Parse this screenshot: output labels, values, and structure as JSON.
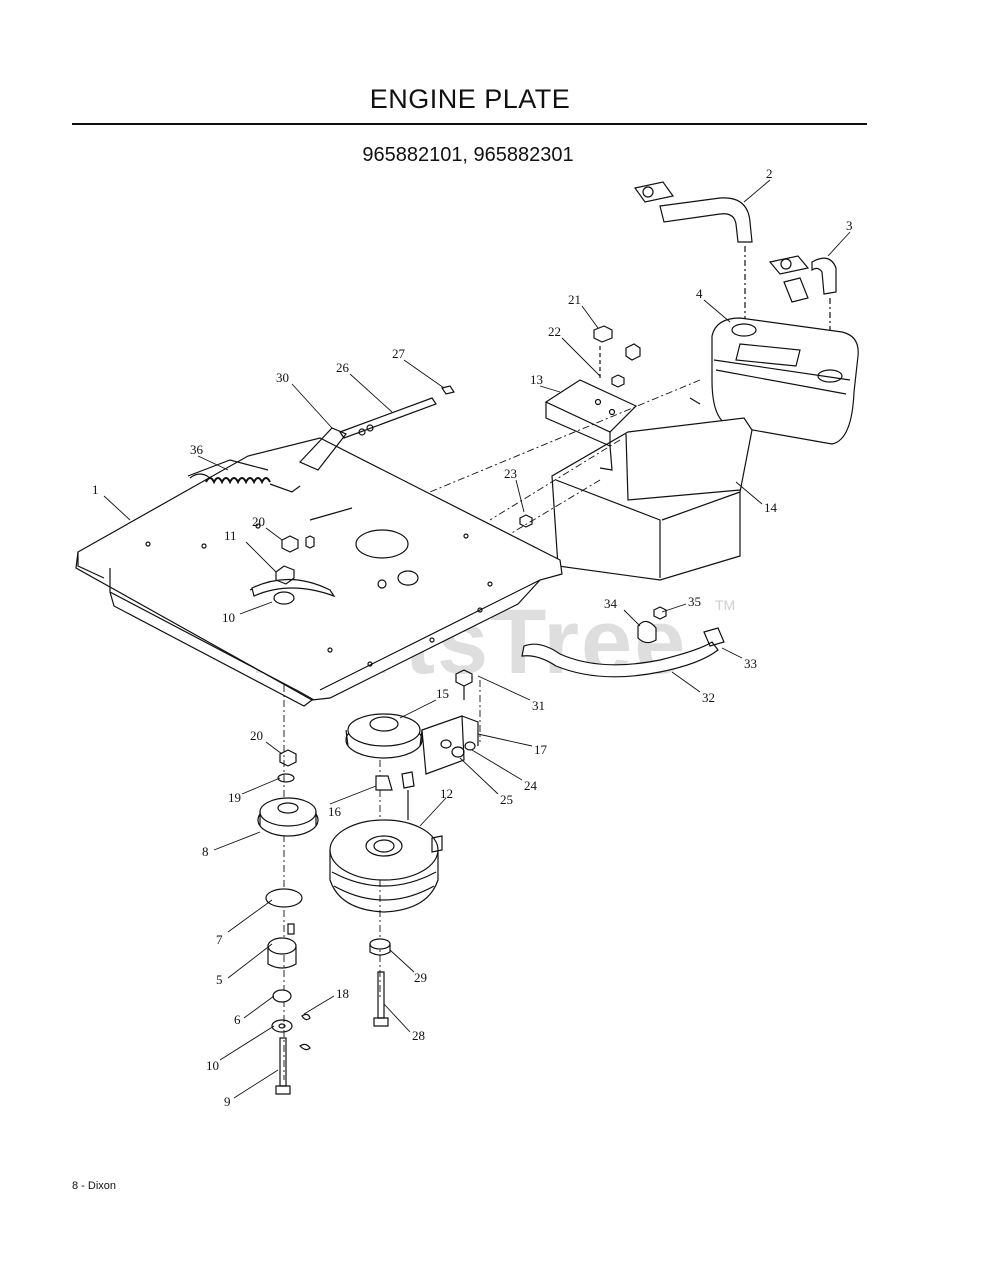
{
  "title": "ENGINE PLATE",
  "model_numbers": "965882101, 965882301",
  "footer": "8 - Dixon",
  "watermark": "PartsTree",
  "watermark_tm": "TM",
  "callouts": [
    "2",
    "3",
    "21",
    "4",
    "22",
    "27",
    "26",
    "13",
    "30",
    "36",
    "1",
    "23",
    "14",
    "20",
    "11",
    "10",
    "35",
    "34",
    "33",
    "32",
    "31",
    "15",
    "17",
    "20",
    "24",
    "25",
    "19",
    "16",
    "12",
    "8",
    "7",
    "29",
    "5",
    "18",
    "6",
    "28",
    "10",
    "9"
  ]
}
